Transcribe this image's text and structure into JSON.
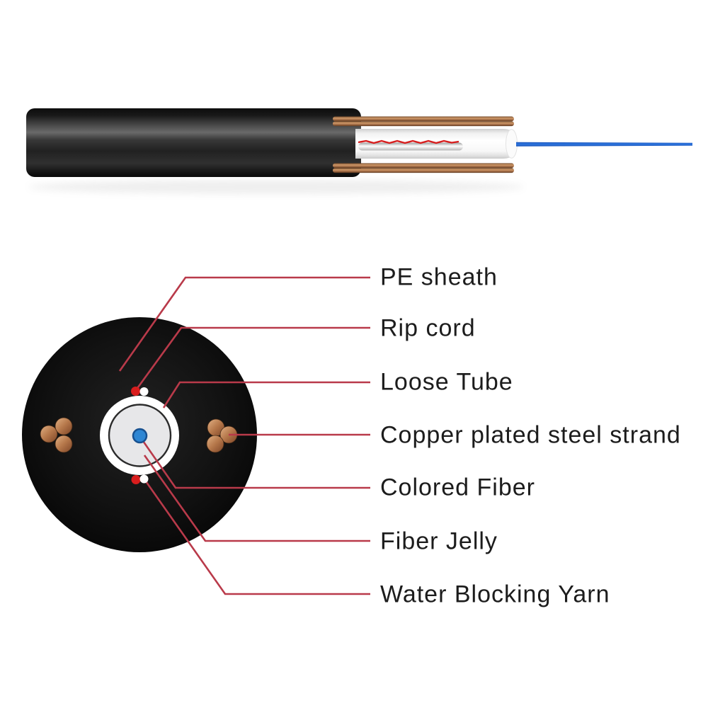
{
  "diagram": {
    "labels": [
      "PE sheath",
      "Rip cord",
      "Loose Tube",
      "Copper plated steel strand",
      "Colored Fiber",
      "Fiber Jelly",
      "Water Blocking Yarn"
    ],
    "colors": {
      "background": "#ffffff",
      "label_text": "#1c1c1c",
      "leader_line": "#b93a4a",
      "sheath_black": "#101010",
      "copper": "#b5774a",
      "optical_fiber_blue": "#2468d6",
      "rip_cord_red": "#d81d1d",
      "loose_tube_white": "#ffffff",
      "fiber_jelly_gray": "#e7e7e9",
      "colored_fiber_blue": "#2e86d3"
    }
  }
}
